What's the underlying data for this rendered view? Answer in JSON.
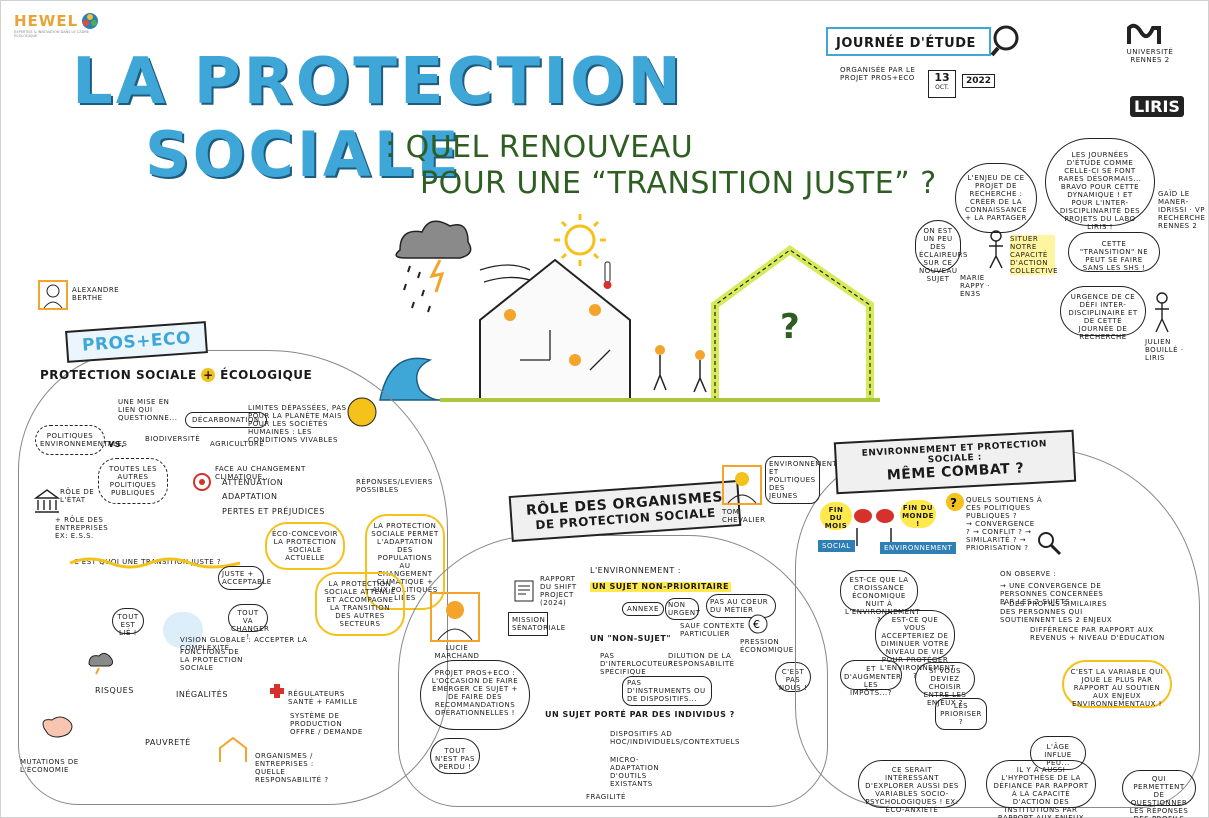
{
  "logo": {
    "name": "HEWEL",
    "subtitle": "EXPERTISE & INNOVATION DANS LE CADRE ÉCOLOGIQUE"
  },
  "header": {
    "title_line1": "LA PROTECTION",
    "title_line2": "SOCIALE",
    "subtitle_line1": ": QUEL RENOUVEAU",
    "subtitle_line2": "POUR UNE “TRANSITION JUSTE” ?"
  },
  "event": {
    "label": "JOURNÉE D'ÉTUDE",
    "org": "ORGANISÉE PAR LE PROJET PROS+ECO",
    "day": "13",
    "month": "OCT.",
    "year": "2022"
  },
  "partners": {
    "univ": "UNIVERSITÉ RENNES 2",
    "liris": "LIRIS"
  },
  "top_right": {
    "bubble1": "LES JOURNÉES D'ÉTUDE COMME CELLE-CI SE FONT RARES DÉSORMAIS... BRAVO POUR CETTE DYNAMIQUE ! ET POUR L'INTER-DISCIPLINARITÉ DES PROJETS DU LABO LIRIS !",
    "speaker1": "GAÏD LE MANER-IDRISSI · VP RECHERCHE RENNES 2",
    "bubble2": "L'ENJEU DE CE PROJET DE RECHERCHE : CRÉER DE LA CONNAISSANCE + LA PARTAGER",
    "bubble3": "ON EST UN PEU DES ÉCLAIREURS SUR CE NOUVEAU SUJET",
    "bubble4": "SITUER NOTRE CAPACITÉ D'ACTION COLLECTIVE",
    "speaker2": "MARIE RAPPY · EN3S",
    "bubble5": "CETTE \"TRANSITION\" NE PEUT SE FAIRE SANS LES SHS !",
    "bubble6": "URGENCE DE CE DÉFI INTER-DISCIPLINAIRE ET DE CETTE JOURNÉE DE RECHERCHE",
    "speaker3": "JULIEN BOUILLÉ · LIRIS"
  },
  "left": {
    "speaker": "ALEXANDRE BERTHE",
    "banner": "PROS+ECO",
    "heading_a": "PROTECTION SOCIALE",
    "heading_b": "ÉCOLOGIQUE",
    "n1": "UNE MISE EN LIEN QUI QUESTIONNE...",
    "n2": "POLITIQUES ENVIRONNEMENTALES",
    "vs": "VS.",
    "n3": "TOUTES LES AUTRES POLITIQUES PUBLIQUES",
    "n4": "DÉCARBONATION",
    "n5": "BIODIVERSITÉ",
    "n6": "AGRICULTURE",
    "n7": "LIMITES DÉPASSÉES, PAS POUR LA PLANÈTE MAIS POUR LES SOCIÉTÉS HUMAINES : LES CONDITIONS VIVABLES",
    "n8": "FACE AU CHANGEMENT CLIMATIQUE...",
    "n9": "ATTÉNUATION",
    "n10": "ADAPTATION",
    "n11": "PERTES ET PRÉJUDICES",
    "n12": "RÉPONSES/LEVIERS POSSIBLES",
    "n13": "RÔLE DE L'ÉTAT",
    "n14": "+ RÔLE DES ENTREPRISES EX: E.S.S.",
    "n15": "ÉCO-CONCEVOIR LA PROTECTION SOCIALE ACTUELLE",
    "n16": "LA PROTECTION SOCIALE PERMET L'ADAPTATION DES POPULATIONS AU CHANGEMENT CLIMATIQUE + AUX POLITIQUES LIÉES",
    "n17": "LA PROTECTION SOCIALE ATTÉNUE ET ACCOMPAGNE LA TRANSITION DES AUTRES SECTEURS",
    "n18": "C'EST QUOI UNE TRANSITION JUSTE ?",
    "n19": "JUSTE + ACCEPTABLE",
    "n20": "TOUT EST LIÉ !",
    "n21": "TOUT VA CHANGER !",
    "n22": "VISION GLOBALE : ACCEPTER LA COMPLEXITÉ",
    "n23": "FONCTIONS DE LA PROTECTION SOCIALE",
    "n24": "RISQUES",
    "n25": "INÉGALITÉS",
    "n26": "PAUVRETÉ",
    "n27": "RÉGULATEURS SANTÉ + FAMILLE",
    "n28": "SYSTÈME DE PRODUCTION OFFRE / DEMANDE",
    "n29": "ORGANISMES / ENTREPRISES : QUELLE RESPONSABILITÉ ?",
    "n30": "MUTATIONS DE L'ÉCONOMIE"
  },
  "center": {
    "banner_line1": "RÔLE DES ORGANISMES",
    "banner_line2": "DE PROTECTION SOCIALE",
    "report": "RAPPORT DU SHIFT PROJECT (2024)",
    "mission": "MISSION SÉNATORIALE",
    "env": "L'ENVIRONNEMENT :",
    "s1": "UN SUJET NON-PRIORITAIRE",
    "s1a": "ANNEXE",
    "s1b": "NON URGENT",
    "s1c": "PAS AU COEUR DU MÉTIER",
    "s1d": "SAUF CONTEXTE PARTICULIER",
    "s2": "UN \"NON-SUJET\"",
    "s2a": "PAS D'INTERLOCUTEUR SPÉCIFIQUE",
    "s2b": "DILUTION DE LA RESPONSABILITÉ",
    "s2c": "PAS D'INSTRUMENTS OU DE DISPOSITIFS...",
    "s2d": "PRESSION ÉCONOMIQUE",
    "s2e": "C'EST PAS NOUS !",
    "s3": "UN SUJET PORTÉ PAR DES INDIVIDUS ?",
    "s3a": "DISPOSITIFS AD HOC/INDIVIDUELS/CONTEXTUELS",
    "s3b": "MICRO-ADAPTATION D'OUTILS EXISTANTS",
    "s3c": "FRAGILITÉ",
    "speaker": "LUCIE MARCHAND",
    "quote": "PROJET PROS+ECO : L'OCCASION DE FAIRE ÉMERGER CE SUJET + DE FAIRE DES RECOMMANDATIONS OPÉRATIONNELLES !",
    "quote2": "TOUT N'EST PAS PERDU !"
  },
  "right": {
    "banner_line1": "ENVIRONNEMENT ET PROTECTION SOCIALE :",
    "banner_line2": "MÊME COMBAT ?",
    "speaker": "TOM CHEVALIER",
    "topic": "ENVIRONNEMENT ET POLITIQUES DES JEUNES",
    "fin_mois": "FIN DU MOIS",
    "fin_monde": "FIN DU MONDE !",
    "social": "SOCIAL",
    "envt": "ENVIRONNEMENT",
    "q1": "QUELS SOUTIENS À CES POLITIQUES PUBLIQUES ?",
    "q2": "→ CONVERGENCE ? → CONFLIT ? → SIMILARITÉ ? → PRIORISATION ?",
    "obs": "ON OBSERVE :",
    "obs1": "→ UNE CONVERGENCE DE PERSONNES CONCERNÉES PAR LES 2 SUJETS",
    "obs2": "→ DES PROFILS SIMILAIRES DES PERSONNES QUI SOUTIENNENT LES 2 ENJEUX",
    "obs3": "DIFFÉRENCE PAR RAPPORT AUX REVENUS + NIVEAU D'ÉDUCATION",
    "r1": "EST-CE QUE LA CROISSANCE ÉCONOMIQUE NUIT À L'ENVIRONNEMENT ?",
    "r2": "EST-CE QUE VOUS ACCEPTERIEZ DE DIMINUER VOTRE NIVEAU DE VIE POUR PROTÉGER L'ENVIRONNEMENT ?",
    "r3": "ET D'AUGMENTER LES IMPÔTS...?",
    "r4": "SI VOUS DEVIEZ CHOISIR ENTRE LES ENJEUX ?",
    "r5": "LES PRIORISER ?",
    "key": "C'EST LA VARIABLE QUI JOUE LE PLUS PAR RAPPORT AU SOUTIEN AUX ENJEUX ENVIRONNEMENTAUX !",
    "age": "L'ÂGE INFLUE PEU...",
    "b1": "CE SERAIT INTÉRESSANT D'EXPLORER AUSSI DES VARIABLES SOCIO-PSYCHOLOGIQUES ! EX: ÉCO-ANXIÉTÉ",
    "b2": "IL Y A AUSSI L'HYPOTHÈSE DE LA DÉFIANCE PAR RAPPORT À LA CAPACITÉ D'ACTION DES INSTITUTIONS PAR RAPPORT AUX ENJEUX",
    "b3": "QUI PERMETTENT DE QUESTIONNER LES RÉPONSES DES PROFILS JEUNES"
  },
  "colors": {
    "title_blue": "#3fa6d8",
    "title_green": "#2f5e22",
    "highlight": "#ffe94d",
    "accent_orange": "#f4a42a",
    "accent_red": "#d6322b"
  },
  "icons": [
    "storm-cloud-icon",
    "sun-icon",
    "wave-icon",
    "thermometer-icon",
    "house-icon",
    "magnifier-icon",
    "calendar-icon"
  ]
}
